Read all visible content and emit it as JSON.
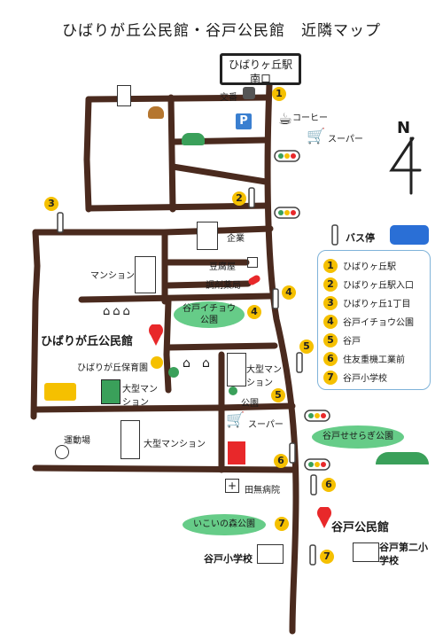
{
  "title": "ひばりが丘公民館・谷戸公民館　近隣マップ",
  "station": {
    "line1": "ひばりヶ丘駅",
    "line2": "南口"
  },
  "labels": {
    "police_box": "交番",
    "coffee": "コーヒー",
    "supermarket_top": "スーパー",
    "compass": "N",
    "company": "企業",
    "bus_stop": "バス停",
    "mansion_left": "マンション",
    "tofu": "豆腐屋",
    "pharmacy": "調剤薬局",
    "park_ichou": "谷戸イチョウ公園",
    "hibari_hall": "ひばりが丘公民館",
    "nursery": "ひばりが丘保育園",
    "large_mansion_center": "大型マンション",
    "large_mansion_left": "大型マンション",
    "park_small": "公園",
    "supermarket_mid": "スーパー",
    "sports_ground": "運動場",
    "large_mansion_bottom": "大型マンション",
    "park_seseragi": "谷戸せせらぎ公園",
    "hospital": "田無病院",
    "park_ikoi": "いこいの森公園",
    "yato_hall": "谷戸公民館",
    "yato_elem": "谷戸小学校",
    "yato_second_elem": "谷戸第二小学校"
  },
  "legend": [
    {
      "num": "1",
      "label": "ひばりヶ丘駅"
    },
    {
      "num": "2",
      "label": "ひばりヶ丘駅入口"
    },
    {
      "num": "3",
      "label": "ひばりヶ丘1丁目"
    },
    {
      "num": "4",
      "label": "谷戸イチョウ公園"
    },
    {
      "num": "5",
      "label": "谷戸"
    },
    {
      "num": "6",
      "label": "住友重機工業前"
    },
    {
      "num": "7",
      "label": "谷戸小学校"
    }
  ],
  "stop_markers": [
    "1",
    "2",
    "3",
    "4",
    "4",
    "5",
    "5",
    "6",
    "6",
    "7",
    "7"
  ],
  "colors": {
    "road": "#4a2a1e",
    "stop_number": "#f5c000",
    "park": "#66cc88",
    "pin": "#e8282a",
    "bus": "#2a6fd6",
    "parking": "#3a7fd0"
  }
}
